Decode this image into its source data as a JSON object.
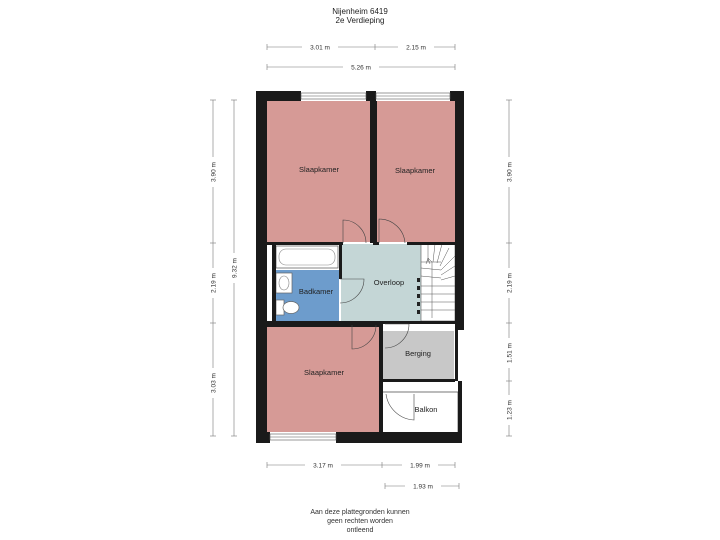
{
  "header": {
    "title": "Nijenheim 6419",
    "subtitle": "2e Verdieping"
  },
  "rooms": {
    "slaapkamer_1": "Slaapkamer",
    "slaapkamer_2": "Slaapkamer",
    "badkamer": "Badkamer",
    "overloop": "Overloop",
    "slaapkamer_3": "Slaapkamer",
    "berging": "Berging",
    "balkon": "Balkon"
  },
  "dimensions": {
    "top_a": "3.01 m",
    "top_b": "2.15 m",
    "top_total": "5.26 m",
    "left_a": "3.90 m",
    "left_b": "2.19 m",
    "left_c": "3.03 m",
    "left_total": "9.32 m",
    "right_a": "3.90 m",
    "right_b": "2.19 m",
    "right_c": "1.51 m",
    "right_d": "1.23 m",
    "bottom_a": "3.17 m",
    "bottom_b": "1.99 m",
    "bottom_c": "1.93 m"
  },
  "colors": {
    "bedroom": "#d69a96",
    "bathroom": "#6d9ccc",
    "landing": "#c4d6d6",
    "storage": "#c8c8c8",
    "wall": "#1a1a1a"
  },
  "footer": {
    "line1": "Aan deze plattegronden kunnen",
    "line2": "geen rechten worden",
    "line3": "ontleend"
  }
}
